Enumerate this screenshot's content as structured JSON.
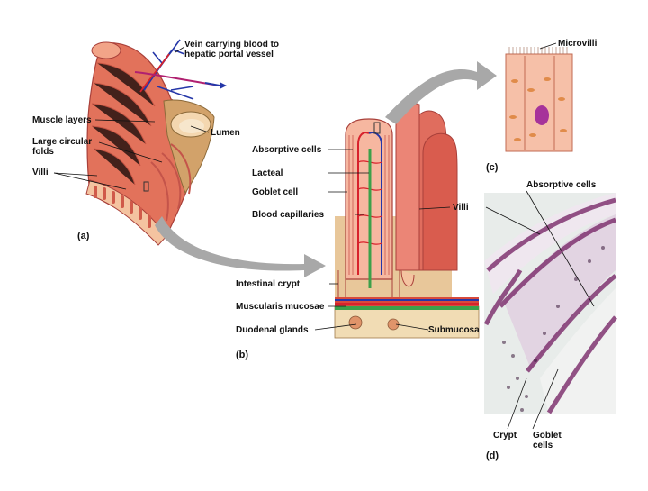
{
  "labels": {
    "vein": "Vein carrying blood to\nhepatic portal vessel",
    "muscle_layers": "Muscle layers",
    "large_circular_folds": "Large circular\nfolds",
    "villi_a": "Villi",
    "lumen": "Lumen",
    "absorptive_cells_b": "Absorptive cells",
    "lacteal": "Lacteal",
    "goblet_cell": "Goblet cell",
    "blood_capillaries": "Blood capillaries",
    "villi_b": "Villi",
    "intestinal_crypt": "Intestinal crypt",
    "muscularis_mucosae": "Muscularis mucosae",
    "duodenal_glands": "Duodenal glands",
    "submucosa": "Submucosa",
    "microvilli": "Microvilli",
    "absorptive_cells_d": "Absorptive cells",
    "crypt": "Crypt",
    "goblet_cells": "Goblet\ncells"
  },
  "panels": {
    "a": "(a)",
    "b": "(b)",
    "c": "(c)",
    "d": "(d)"
  },
  "colors": {
    "intestine": "#e2725b",
    "intestine_dark": "#b8473a",
    "tan": "#e8c79a",
    "vein_blue": "#2436a8",
    "artery_red": "#d8222c",
    "lacteal_green": "#3ca04a",
    "arrow_gray": "#a8a8a8",
    "histology": "#7a2a6a"
  }
}
